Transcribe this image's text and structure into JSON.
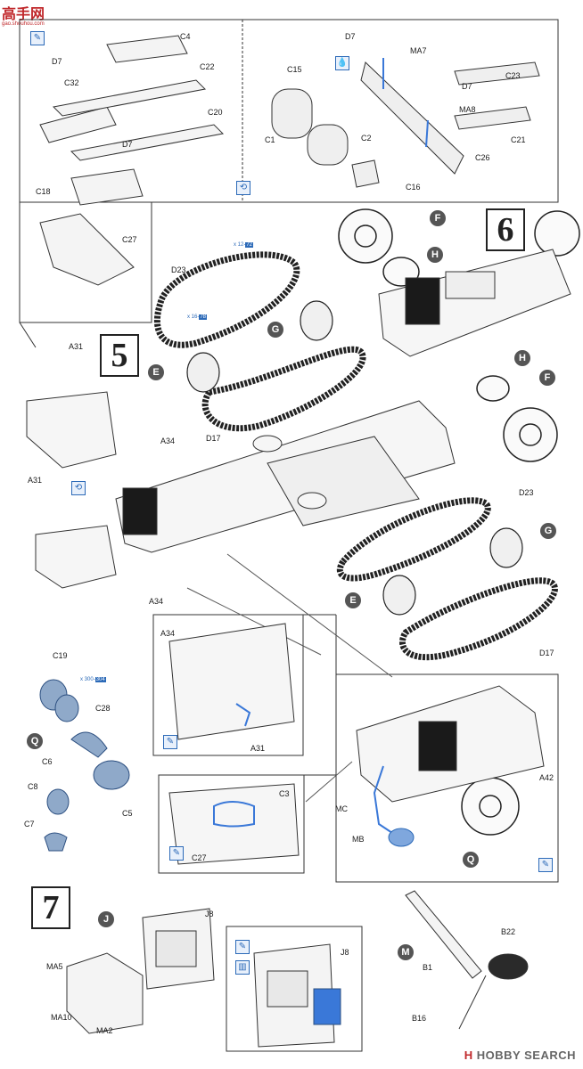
{
  "logo": {
    "text": "高手网",
    "sub": "gao.shouhou.com"
  },
  "brand": {
    "mark": "H",
    "text": "HOBBY SEARCH"
  },
  "steps": {
    "s5": "5",
    "s6": "6",
    "s7": "7"
  },
  "bubbles": {
    "E": "E",
    "F": "F",
    "G": "G",
    "H": "H",
    "Q": "Q",
    "J": "J",
    "M": "M"
  },
  "labels": {
    "C4": "C4",
    "D7": "D7",
    "C22": "C22",
    "C32": "C32",
    "C20": "C20",
    "C1": "C1",
    "C18": "C18",
    "C27": "C27",
    "C15": "C15",
    "MA7": "MA7",
    "C23": "C23",
    "MA8": "MA8",
    "C21": "C21",
    "C2": "C2",
    "C26": "C26",
    "C16": "C16",
    "D23": "D23",
    "D17": "D17",
    "A31": "A31",
    "A34": "A34",
    "C19": "C19",
    "C28": "C28",
    "C6": "C6",
    "C8": "C8",
    "C5": "C5",
    "C7": "C7",
    "C3": "C3",
    "MC": "MC",
    "MB": "MB",
    "A42": "A42",
    "J8": "J8",
    "MA5": "MA5",
    "MA10": "MA10",
    "MA2": "MA2",
    "B22": "B22",
    "B1": "B1",
    "B16": "B16"
  },
  "partnums": {
    "top": {
      "prefix": "x 12",
      "count": "72"
    },
    "mid": {
      "prefix": "x 16",
      "count": "78"
    },
    "left": {
      "prefix": "x 300",
      "count": "304"
    }
  },
  "colors": {
    "paint_blue": "#2c6ab8",
    "detail_blue": "#3a78d8",
    "logo_red": "#c0282b"
  }
}
